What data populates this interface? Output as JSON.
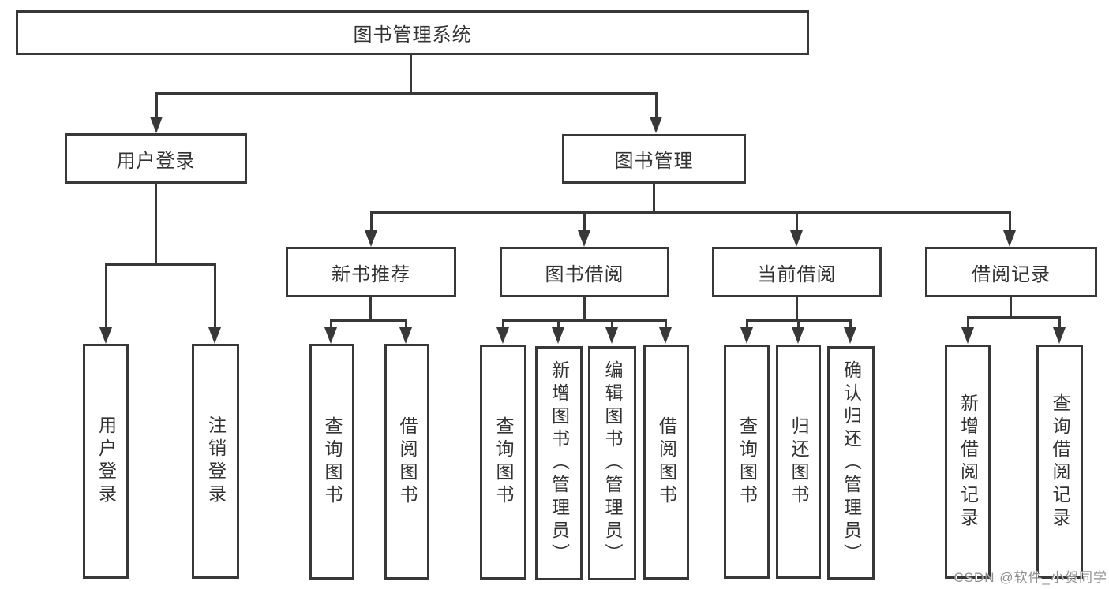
{
  "diagram": {
    "root": {
      "label": "图书管理系统"
    },
    "level2": [
      {
        "label": "用户登录"
      },
      {
        "label": "图书管理"
      }
    ],
    "level3": [
      {
        "label": "新书推荐"
      },
      {
        "label": "图书借阅"
      },
      {
        "label": "当前借阅"
      },
      {
        "label": "借阅记录"
      }
    ],
    "leaves": {
      "user_login": [
        {
          "label": "用户登录"
        },
        {
          "label": "注销登录"
        }
      ],
      "new_book_recommend": [
        {
          "label": "查询图书"
        },
        {
          "label": "借阅图书"
        }
      ],
      "book_borrow": [
        {
          "label": "查询图书"
        },
        {
          "label": "新增图书（管理员）"
        },
        {
          "label": "编辑图书（管理员）"
        },
        {
          "label": "借阅图书"
        }
      ],
      "current_borrow": [
        {
          "label": "查询图书"
        },
        {
          "label": "归还图书"
        },
        {
          "label": "确认归还（管理员）"
        }
      ],
      "borrow_records": [
        {
          "label": "新增借阅记录"
        },
        {
          "label": "查询借阅记录"
        }
      ]
    },
    "watermark": "CSDN @软件_小贺同学",
    "colors": {
      "line": "#383838",
      "box_border": "#383838",
      "text": "#333333",
      "watermark": "#8f8f8f",
      "background": "#ffffff"
    }
  }
}
